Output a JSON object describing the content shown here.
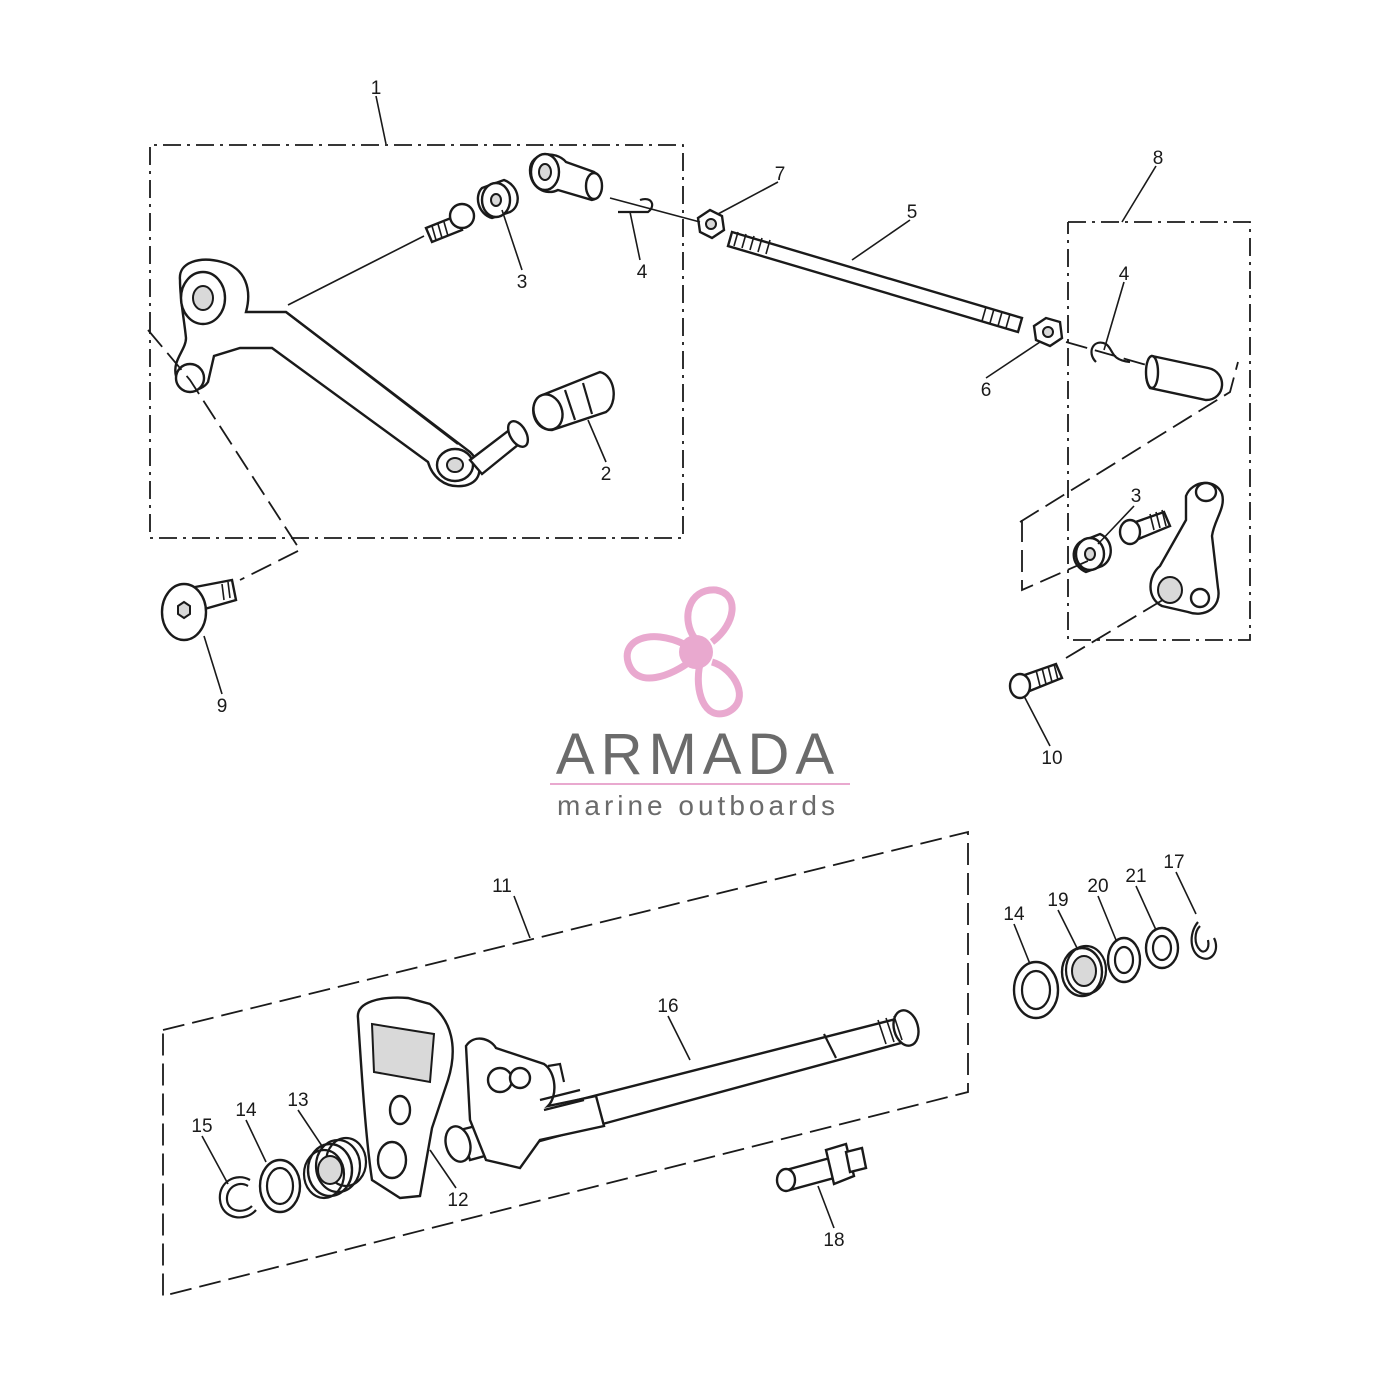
{
  "brand": {
    "name": "ARMADA",
    "tagline": "marine outboards",
    "logo_color": "#e9a9cf",
    "text_color": "#6b6b6b"
  },
  "callouts": [
    {
      "id": "c1",
      "label": "1"
    },
    {
      "id": "c2",
      "label": "2"
    },
    {
      "id": "c3a",
      "label": "3"
    },
    {
      "id": "c4a",
      "label": "4"
    },
    {
      "id": "c5",
      "label": "5"
    },
    {
      "id": "c6",
      "label": "6"
    },
    {
      "id": "c7",
      "label": "7"
    },
    {
      "id": "c8",
      "label": "8"
    },
    {
      "id": "c4b",
      "label": "4"
    },
    {
      "id": "c3b",
      "label": "3"
    },
    {
      "id": "c9",
      "label": "9"
    },
    {
      "id": "c10",
      "label": "10"
    },
    {
      "id": "c11",
      "label": "11"
    },
    {
      "id": "c12",
      "label": "12"
    },
    {
      "id": "c13",
      "label": "13"
    },
    {
      "id": "c14a",
      "label": "14"
    },
    {
      "id": "c15",
      "label": "15"
    },
    {
      "id": "c16",
      "label": "16"
    },
    {
      "id": "c18",
      "label": "18"
    },
    {
      "id": "c14b",
      "label": "14"
    },
    {
      "id": "c19",
      "label": "19"
    },
    {
      "id": "c20",
      "label": "20"
    },
    {
      "id": "c21",
      "label": "21"
    },
    {
      "id": "c17",
      "label": "17"
    }
  ]
}
